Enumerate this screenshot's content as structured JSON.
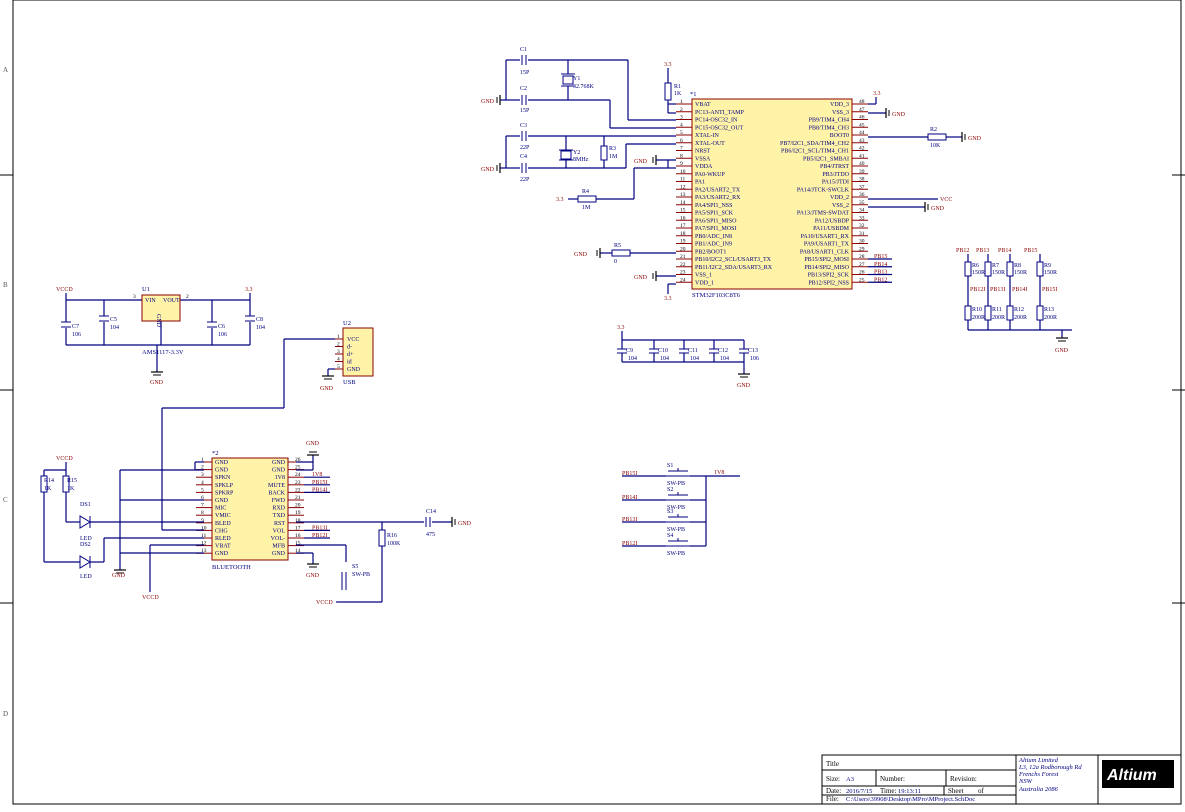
{
  "border": {
    "rows": [
      "A",
      "B",
      "C",
      "D"
    ]
  },
  "mcu": {
    "ref": "*1",
    "part": "STM32F103C8T6",
    "left_pins": [
      [
        "1",
        "VBAT"
      ],
      [
        "2",
        "PC13-ANTI_TAMP"
      ],
      [
        "3",
        "PC14-OSC32_IN"
      ],
      [
        "4",
        "PC15-OSC32_OUT"
      ],
      [
        "5",
        "XTAL-IN"
      ],
      [
        "6",
        "XTAL-OUT"
      ],
      [
        "7",
        "NRST"
      ],
      [
        "8",
        "VSSA"
      ],
      [
        "9",
        "VDDA"
      ],
      [
        "10",
        "PA0-WKUP"
      ],
      [
        "11",
        "PA1"
      ],
      [
        "12",
        "PA2/USART2_TX"
      ],
      [
        "13",
        "PA3/USART2_RX"
      ],
      [
        "14",
        "PA4/SPI1_NSS"
      ],
      [
        "15",
        "PA5/SPI1_SCK"
      ],
      [
        "16",
        "PA6/SPI1_MISO"
      ],
      [
        "17",
        "PA7/SPI1_MOSI"
      ],
      [
        "18",
        "PB0/ADC_IN8"
      ],
      [
        "19",
        "PB1/ADC_IN9"
      ],
      [
        "20",
        "PB2/BOOT1"
      ],
      [
        "21",
        "PB10/I2C2_SCL/USART3_TX"
      ],
      [
        "22",
        "PB11/I2C2_SDA/USART3_RX"
      ],
      [
        "23",
        "VSS_1"
      ],
      [
        "24",
        "VDD_1"
      ]
    ],
    "right_pins": [
      [
        "48",
        "VDD_3"
      ],
      [
        "47",
        "VSS_3"
      ],
      [
        "46",
        "PB9/TIM4_CH4"
      ],
      [
        "45",
        "PB8/TIM4_CH3"
      ],
      [
        "44",
        "BOOT0"
      ],
      [
        "43",
        "PB7/I2C1_SDA/TIM4_CH2"
      ],
      [
        "42",
        "PB6/I2C1_SCL/TIM4_CH1"
      ],
      [
        "41",
        "PB5/I2C1_SMBAI"
      ],
      [
        "40",
        "PB4/JTRST"
      ],
      [
        "39",
        "PB3/JTDO"
      ],
      [
        "38",
        "PA15/JTDI"
      ],
      [
        "37",
        "PA14/JTCK-SWCLK"
      ],
      [
        "36",
        "VDD_2"
      ],
      [
        "35",
        "VSS_2"
      ],
      [
        "34",
        "PA13/JTMS-SWDAT"
      ],
      [
        "33",
        "PA12/USBDP"
      ],
      [
        "32",
        "PA11/USBDM"
      ],
      [
        "31",
        "PA10/USART1_RX"
      ],
      [
        "30",
        "PA9/USART1_TX"
      ],
      [
        "29",
        "PA8/USART1_CLK"
      ],
      [
        "28",
        "PB15/SPI2_MOSI"
      ],
      [
        "27",
        "PB14/SPI2_MISO"
      ],
      [
        "26",
        "PB13/SPI2_SCK"
      ],
      [
        "25",
        "PB12/SPI2_NSS"
      ]
    ],
    "right_nets": {
      "28": "PB15",
      "27": "PB14",
      "26": "PB13",
      "25": "PB12"
    }
  },
  "bt": {
    "ref": "*2",
    "part": "BLUETOOTH",
    "left_pins": [
      [
        "1",
        "GND"
      ],
      [
        "2",
        "GND"
      ],
      [
        "3",
        "SPKN"
      ],
      [
        "4",
        "SPKLP"
      ],
      [
        "5",
        "SPKRP"
      ],
      [
        "6",
        "GND"
      ],
      [
        "7",
        "MIC"
      ],
      [
        "8",
        "VMIC"
      ],
      [
        "9",
        "BLED"
      ],
      [
        "10",
        "CHG"
      ],
      [
        "11",
        "RLED"
      ],
      [
        "12",
        "VBAT"
      ],
      [
        "13",
        "GND"
      ]
    ],
    "right_pins": [
      [
        "26",
        "GND"
      ],
      [
        "25",
        "GND"
      ],
      [
        "24",
        "1V8"
      ],
      [
        "23",
        "MUTE"
      ],
      [
        "22",
        "BACK"
      ],
      [
        "21",
        "FWD"
      ],
      [
        "20",
        "RXD"
      ],
      [
        "19",
        "TXD"
      ],
      [
        "18",
        "RST"
      ],
      [
        "17",
        "VOL"
      ],
      [
        "16",
        "VOL-"
      ],
      [
        "15",
        "MFB"
      ],
      [
        "14",
        "GND"
      ]
    ],
    "right_nets": {
      "24": "1V8",
      "23": "PB15I",
      "22": "PB14I",
      "17": "PB13I",
      "16": "PB12I"
    }
  },
  "usb": {
    "ref": "U2",
    "part": "USB",
    "pins": [
      "VCC",
      "d-",
      "d+",
      "id",
      "GND"
    ],
    "nums": [
      "1",
      "2",
      "3",
      "4",
      "5"
    ]
  },
  "reg": {
    "ref": "U1",
    "part": "AMS1117-3.3V",
    "pin_in": "VIN",
    "pin_out": "VOUT",
    "pin_gnd": "GND",
    "n_in": "3",
    "n_out": "2",
    "n_gnd": "1"
  },
  "nets": {
    "gnd": "GND",
    "v33": "3.3",
    "vcc": "VCC",
    "vccd": "VCCD",
    "v18": "1V8"
  },
  "parts": {
    "C1": "C1",
    "C1v": "15P",
    "C2": "C2",
    "C2v": "15P",
    "Y1": "Y1",
    "Y1v": "32.768K",
    "C3": "C3",
    "C3v": "22P",
    "C4": "C4",
    "C4v": "22P",
    "Y2": "Y2",
    "Y2v": "8MHz",
    "R3": "R3",
    "R3v": "1M",
    "R1": "R1",
    "R1v": "1K",
    "R2": "R2",
    "R2v": "10K",
    "R4": "R4",
    "R4v": "1M",
    "R5": "R5",
    "R5v": "0",
    "C5": "C5",
    "C5v": "104",
    "C6": "C6",
    "C6v": "106",
    "C7": "C7",
    "C7v": "106",
    "C8": "C8",
    "C8v": "104",
    "C9": "C9",
    "C9v": "104",
    "C10": "C10",
    "C10v": "104",
    "C11": "C11",
    "C11v": "104",
    "C12": "C12",
    "C12v": "104",
    "C13": "C13",
    "C13v": "106",
    "R6": "R6",
    "R6v": "150R",
    "R7": "R7",
    "R7v": "150R",
    "R8": "R8",
    "R8v": "150R",
    "R9": "R9",
    "R9v": "150R",
    "R10": "R10",
    "R10v": "200R",
    "R11": "R11",
    "R11v": "200R",
    "R12": "R12",
    "R12v": "200R",
    "R13": "R13",
    "R13v": "200R",
    "R14": "R14",
    "R14v": "1K",
    "R15": "R15",
    "R15v": "1K",
    "DS1": "DS1",
    "DS2": "DS2",
    "ledv": "LED",
    "R16": "R16",
    "R16v": "100K",
    "C14": "C14",
    "C14v": "475",
    "S5": "S5",
    "swv": "SW-PB",
    "S1": "S1",
    "S2": "S2",
    "S3": "S3",
    "S4": "S4"
  },
  "divider_nets_top": [
    "PB12",
    "PB13",
    "PB14",
    "PB15"
  ],
  "divider_nets_mid": [
    "PB12I",
    "PB13I",
    "PB14I",
    "PB15I"
  ],
  "switch_nets": [
    "PB15I",
    "PB14I",
    "PB13I",
    "PB12I"
  ],
  "title_block": {
    "title_label": "Title",
    "size_label": "Size:",
    "size_value": "A3",
    "number_label": "Number:",
    "revision_label": "Revision:",
    "date_label": "Date:",
    "date_value": "2016/7/15",
    "time_label": "Time:",
    "time_value": "19:13:11",
    "sheet_label": "Sheet",
    "of_label": "of",
    "file_label": "File:",
    "file_value": "C:\\Users\\39908\\Desktop\\MPro\\MProject.SchDoc",
    "company": [
      "Altium Limited",
      "L3, 12a Rodborough Rd",
      "Frenchs Forest",
      "NSW",
      "Australia 2086"
    ],
    "logo": "Altium"
  }
}
